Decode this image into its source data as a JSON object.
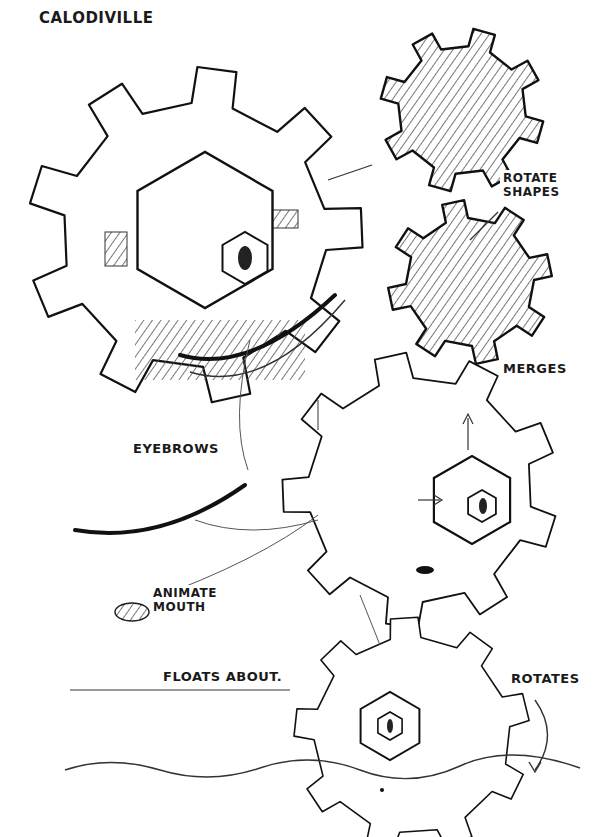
{
  "diagram": {
    "title": "CALODIVILLE",
    "labels": [
      "ROTATE SHAPES",
      "MERGES",
      "EYEBROWS",
      "ANIMATE MOUTH",
      "FLOATS ABOUT.",
      "ROTATES"
    ]
  }
}
